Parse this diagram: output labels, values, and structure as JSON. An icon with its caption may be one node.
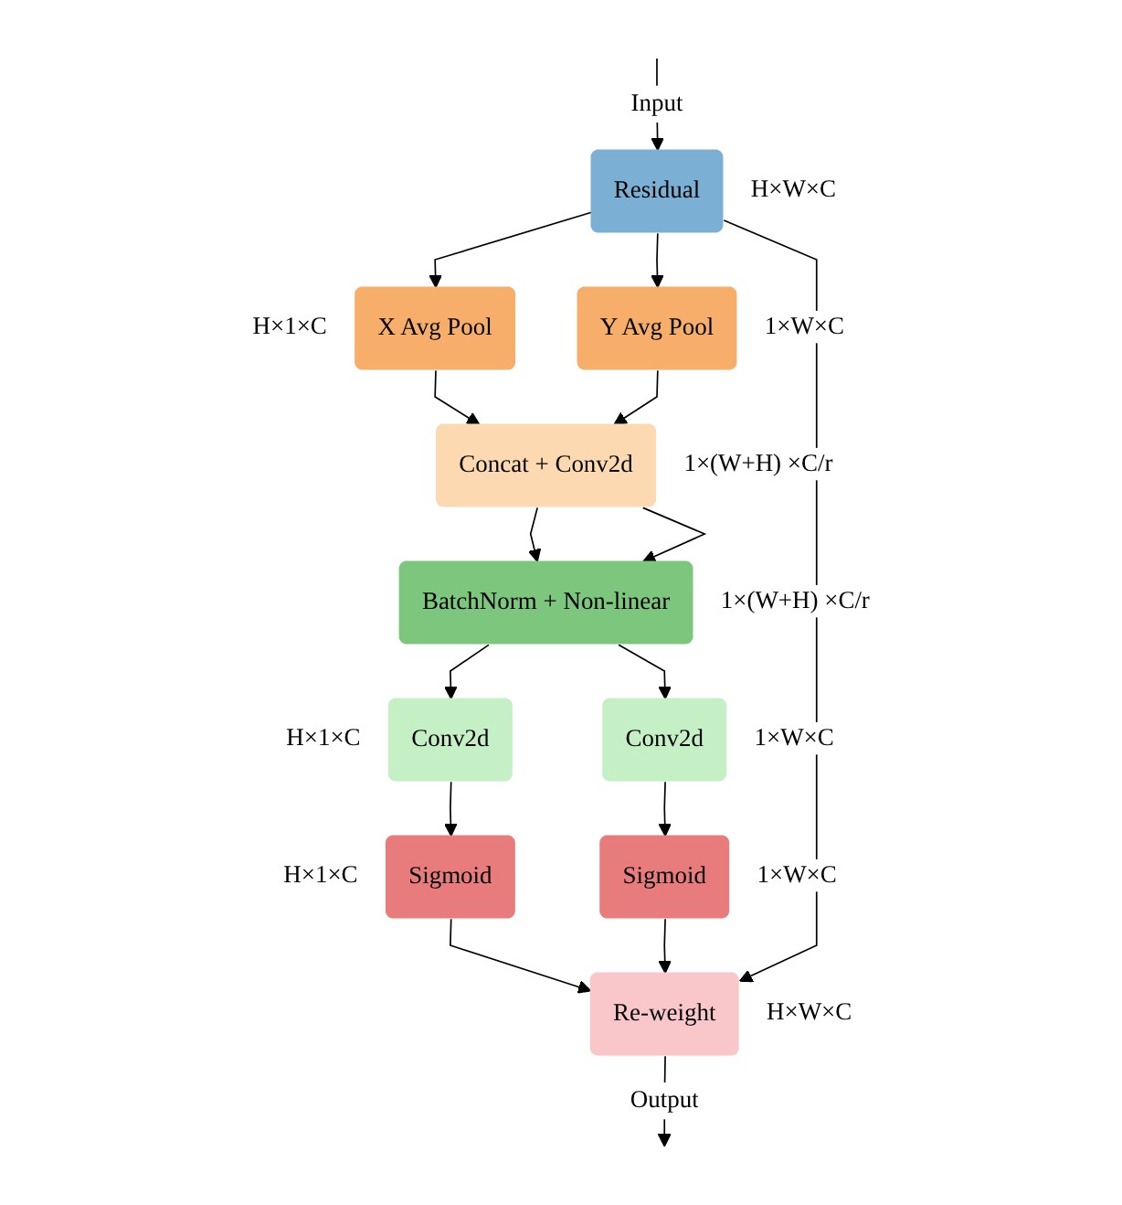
{
  "diagram": {
    "nodes": [
      {
        "text": [
          "Residual"
        ],
        "beside": [
          "H×W×C"
        ]
      },
      {
        "text": [
          "X Avg Pool"
        ],
        "beside": [
          "H×1×C"
        ]
      },
      {
        "text": [
          "Y Avg Pool"
        ],
        "beside": [
          "1×W×C"
        ]
      },
      {
        "text": [
          "Concat + Conv2d"
        ],
        "beside": [
          "1×(W+H) ×C/r"
        ]
      },
      {
        "text": [
          "BatchNorm + Non-linear"
        ],
        "beside": [
          "1×(W+H) ×C/r"
        ]
      },
      {
        "text": [
          "Conv2d"
        ],
        "beside": [
          "H×1×C"
        ]
      },
      {
        "text": [
          "Conv2d"
        ],
        "beside": [
          "1×W×C"
        ]
      },
      {
        "text": [
          "Sigmoid"
        ],
        "beside": [
          "H×1×C"
        ]
      },
      {
        "text": [
          "Sigmoid"
        ],
        "beside": [
          "1×W×C"
        ]
      },
      {
        "text": [
          "Re-weight"
        ],
        "beside": [
          "H×W×C"
        ]
      }
    ],
    "edges": [
      {
        "from": null,
        "to": 0,
        "arrow": "to",
        "label": "Input"
      },
      {
        "from": 0,
        "to": 1,
        "arrow": "to"
      },
      {
        "from": 0,
        "to": 2,
        "arrow": "to"
      },
      {
        "from": 1,
        "to": 3,
        "arrow": "to"
      },
      {
        "from": 2,
        "to": 3,
        "arrow": "to"
      },
      {
        "from": 3,
        "to": 4,
        "arrow": "to"
      },
      {
        "from": 3,
        "to": 4,
        "arrow": "to"
      },
      {
        "from": 4,
        "to": 5,
        "arrow": "to"
      },
      {
        "from": 4,
        "to": 6,
        "arrow": "to"
      },
      {
        "from": 5,
        "to": 7,
        "arrow": "to"
      },
      {
        "from": 6,
        "to": 8,
        "arrow": "to"
      },
      {
        "from": 7,
        "to": 9,
        "arrow": "to"
      },
      {
        "from": 8,
        "to": 9,
        "arrow": "to"
      },
      {
        "from": 0,
        "to": 9,
        "arrow": "to"
      },
      {
        "from": 9,
        "to": null,
        "arrow": "to",
        "label": "Output"
      }
    ]
  }
}
